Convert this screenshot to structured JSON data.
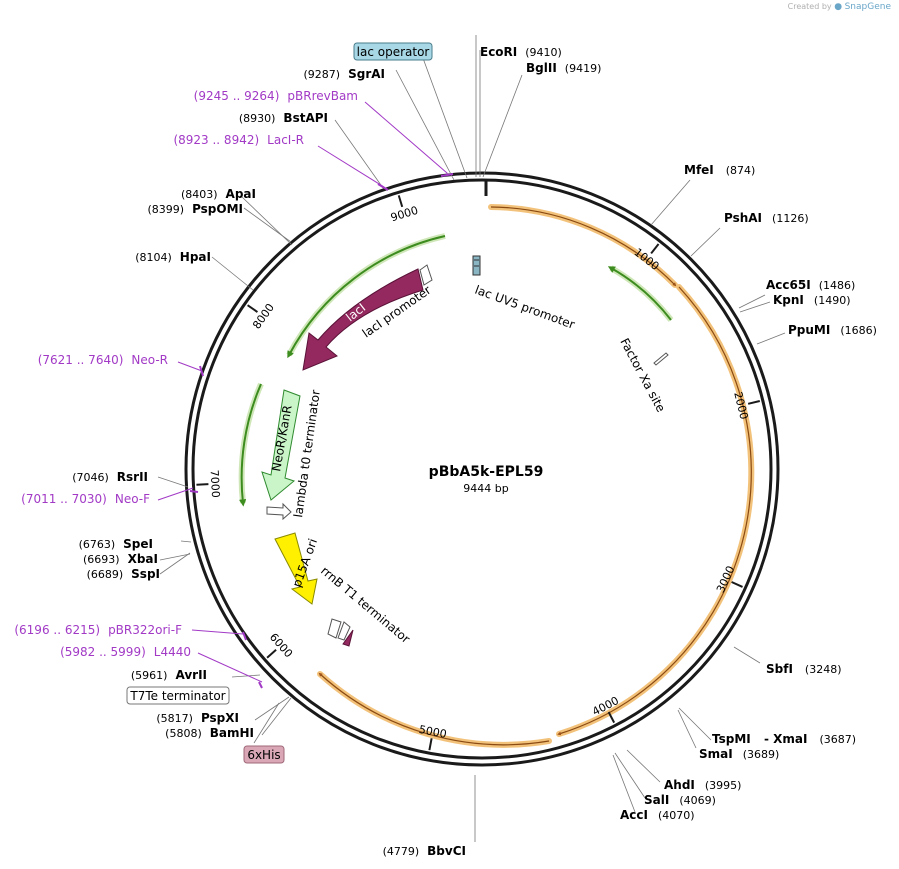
{
  "credit": {
    "prefix": "Created by",
    "brand": "SnapGene"
  },
  "plasmid": {
    "name": "pBbA5k-EPL59",
    "size": "9444 bp",
    "total_bp": 9444
  },
  "ticks": [
    {
      "bp": 1000,
      "label": "1000"
    },
    {
      "bp": 2000,
      "label": "2000"
    },
    {
      "bp": 3000,
      "label": "3000"
    },
    {
      "bp": 4000,
      "label": "4000"
    },
    {
      "bp": 5000,
      "label": "5000"
    },
    {
      "bp": 6000,
      "label": "6000"
    },
    {
      "bp": 7000,
      "label": "7000"
    },
    {
      "bp": 8000,
      "label": "8000"
    },
    {
      "bp": 9000,
      "label": "9000"
    }
  ],
  "enzymes": [
    {
      "name": "EcoRI",
      "pos": "(9410)",
      "bp": 9410
    },
    {
      "name": "BglII",
      "pos": "(9419)",
      "bp": 9419
    },
    {
      "name": "MfeI",
      "pos": "(874)",
      "bp": 874
    },
    {
      "name": "PshAI",
      "pos": "(1126)",
      "bp": 1126
    },
    {
      "name": "Acc65I",
      "pos": "(1486)",
      "bp": 1486
    },
    {
      "name": "KpnI",
      "pos": "(1490)",
      "bp": 1490
    },
    {
      "name": "PpuMI",
      "pos": "(1686)",
      "bp": 1686
    },
    {
      "name": "SbfI",
      "pos": "(3248)",
      "bp": 3248
    },
    {
      "name": "TspMI",
      "pos": "",
      "bp": 3687
    },
    {
      "name": "- XmaI",
      "pos": "(3687)",
      "bp": 3687
    },
    {
      "name": "SmaI",
      "pos": "(3689)",
      "bp": 3689
    },
    {
      "name": "AhdI",
      "pos": "(3995)",
      "bp": 3995
    },
    {
      "name": "SalI",
      "pos": "(4069)",
      "bp": 4069
    },
    {
      "name": "AccI",
      "pos": "(4070)",
      "bp": 4070
    },
    {
      "name": "BbvCI",
      "pos": "(4779)",
      "bp": 4779
    },
    {
      "name": "BamHI",
      "pos": "(5808)",
      "bp": 5808
    },
    {
      "name": "PspXI",
      "pos": "(5817)",
      "bp": 5817
    },
    {
      "name": "AvrII",
      "pos": "(5961)",
      "bp": 5961
    },
    {
      "name": "SspI",
      "pos": "(6689)",
      "bp": 6689
    },
    {
      "name": "XbaI",
      "pos": "(6693)",
      "bp": 6693
    },
    {
      "name": "SpeI",
      "pos": "(6763)",
      "bp": 6763
    },
    {
      "name": "RsrII",
      "pos": "(7046)",
      "bp": 7046
    },
    {
      "name": "HpaI",
      "pos": "(8104)",
      "bp": 8104
    },
    {
      "name": "PspOMI",
      "pos": "(8399)",
      "bp": 8399
    },
    {
      "name": "ApaI",
      "pos": "(8403)",
      "bp": 8403
    },
    {
      "name": "BstAPI",
      "pos": "(8930)",
      "bp": 8930
    },
    {
      "name": "SgrAI",
      "pos": "(9287)",
      "bp": 9287
    }
  ],
  "primers": [
    {
      "name": "pBRrevBam",
      "range": "(9245 .. 9264)",
      "bp": 9254
    },
    {
      "name": "LacI-R",
      "range": "(8923 .. 8942)",
      "bp": 8932
    },
    {
      "name": "Neo-R",
      "range": "(7621 .. 7640)",
      "bp": 7630
    },
    {
      "name": "Neo-F",
      "range": "(7011 .. 7030)",
      "bp": 7020
    },
    {
      "name": "pBR322ori-F",
      "range": "(6196 .. 6215)",
      "bp": 6205
    },
    {
      "name": "L4440",
      "range": "(5982 .. 5999)",
      "bp": 5990
    }
  ],
  "boxed_features": [
    {
      "name": "lac operator",
      "fill": "#a8d8e6"
    },
    {
      "name": "T7Te terminator",
      "fill": "#ffffff"
    },
    {
      "name": "6xHis",
      "fill": "#d9a7b6"
    }
  ],
  "features": {
    "lacI": "lacI",
    "laci_promoter": "lacI promoter",
    "neo": "NeoR/KanR",
    "lambda": "lambda t0 terminator",
    "p15a": "p15A ori",
    "rrnb": "rrnB T1 terminator",
    "lacuv5": "lac UV5 promoter",
    "factor": "Factor Xa site"
  },
  "colors": {
    "backbone": "#1a1a1a",
    "orf": "#f3c27a",
    "orf_line": "#8a4a12",
    "green_arc": "#3d8c1f",
    "lacI": "#94295f",
    "neo": "#c9f5c9",
    "ori": "#fff000",
    "primer": "#a23ac6"
  }
}
